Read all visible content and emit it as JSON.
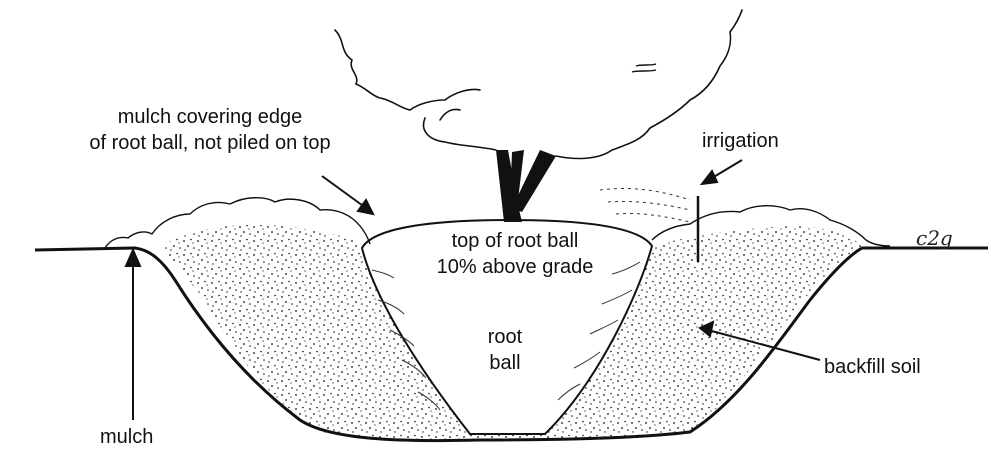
{
  "labels": {
    "mulch_edge_line1": "mulch covering edge",
    "mulch_edge_line2": "of root ball, not piled on top",
    "irrigation": "irrigation",
    "top_ball_line1": "top of root ball",
    "top_ball_line2": "10% above grade",
    "root_ball_line1": "root",
    "root_ball_line2": "ball",
    "backfill": "backfill soil",
    "mulch": "mulch"
  },
  "signature": "c2g",
  "colors": {
    "ink": "#111111",
    "background": "#ffffff"
  }
}
